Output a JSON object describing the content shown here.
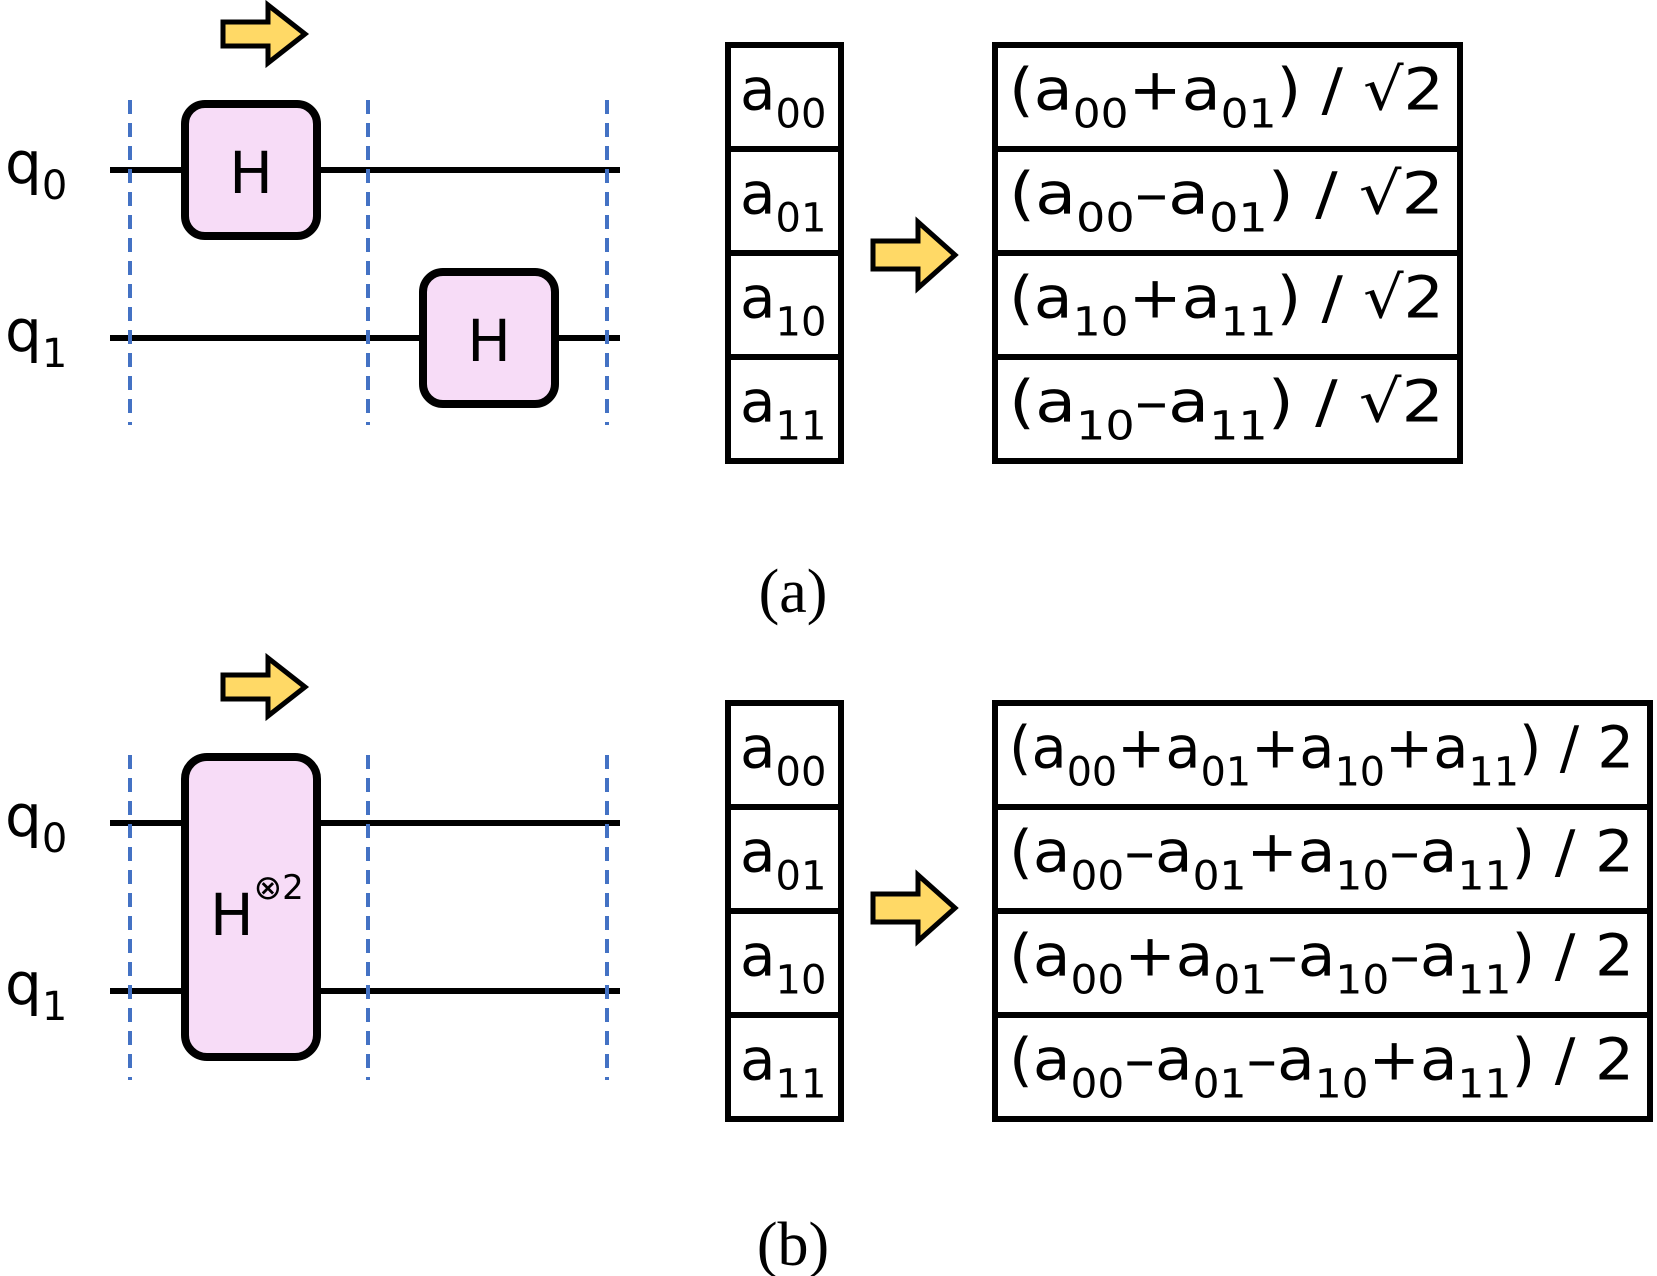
{
  "panels": [
    {
      "caption": "(a)",
      "qubits": [
        {
          "base": "q",
          "sub": "0"
        },
        {
          "base": "q",
          "sub": "1"
        }
      ],
      "gates": [
        {
          "base": "H",
          "sup": ""
        },
        {
          "base": "H",
          "sup": ""
        }
      ],
      "input_vector": [
        {
          "base": "a",
          "sub": "00"
        },
        {
          "base": "a",
          "sub": "01"
        },
        {
          "base": "a",
          "sub": "10"
        },
        {
          "base": "a",
          "sub": "11"
        }
      ],
      "output_vector": [
        [
          {
            "t": "(a"
          },
          {
            "t": "00",
            "sub": true
          },
          {
            "t": "+a"
          },
          {
            "t": "01",
            "sub": true
          },
          {
            "t": ") / √2"
          }
        ],
        [
          {
            "t": "(a"
          },
          {
            "t": "00",
            "sub": true
          },
          {
            "t": "–a"
          },
          {
            "t": "01",
            "sub": true
          },
          {
            "t": ") / √2"
          }
        ],
        [
          {
            "t": "(a"
          },
          {
            "t": "10",
            "sub": true
          },
          {
            "t": "+a"
          },
          {
            "t": "11",
            "sub": true
          },
          {
            "t": ") / √2"
          }
        ],
        [
          {
            "t": "(a"
          },
          {
            "t": "10",
            "sub": true
          },
          {
            "t": "–a"
          },
          {
            "t": "11",
            "sub": true
          },
          {
            "t": ") / √2"
          }
        ]
      ]
    },
    {
      "caption": "(b)",
      "qubits": [
        {
          "base": "q",
          "sub": "0"
        },
        {
          "base": "q",
          "sub": "1"
        }
      ],
      "gates": [
        {
          "base": "H",
          "sup": "⊗2"
        }
      ],
      "input_vector": [
        {
          "base": "a",
          "sub": "00"
        },
        {
          "base": "a",
          "sub": "01"
        },
        {
          "base": "a",
          "sub": "10"
        },
        {
          "base": "a",
          "sub": "11"
        }
      ],
      "output_vector": [
        [
          {
            "t": "(a"
          },
          {
            "t": "00",
            "sub": true
          },
          {
            "t": "+a"
          },
          {
            "t": "01",
            "sub": true
          },
          {
            "t": "+a"
          },
          {
            "t": "10",
            "sub": true
          },
          {
            "t": "+a"
          },
          {
            "t": "11",
            "sub": true
          },
          {
            "t": ") / 2"
          }
        ],
        [
          {
            "t": "(a"
          },
          {
            "t": "00",
            "sub": true
          },
          {
            "t": "–a"
          },
          {
            "t": "01",
            "sub": true
          },
          {
            "t": "+a"
          },
          {
            "t": "10",
            "sub": true
          },
          {
            "t": "–a"
          },
          {
            "t": "11",
            "sub": true
          },
          {
            "t": ") / 2"
          }
        ],
        [
          {
            "t": "(a"
          },
          {
            "t": "00",
            "sub": true
          },
          {
            "t": "+a"
          },
          {
            "t": "01",
            "sub": true
          },
          {
            "t": "–a"
          },
          {
            "t": "10",
            "sub": true
          },
          {
            "t": "–a"
          },
          {
            "t": "11",
            "sub": true
          },
          {
            "t": ") / 2"
          }
        ],
        [
          {
            "t": "(a"
          },
          {
            "t": "00",
            "sub": true
          },
          {
            "t": "–a"
          },
          {
            "t": "01",
            "sub": true
          },
          {
            "t": "–a"
          },
          {
            "t": "10",
            "sub": true
          },
          {
            "t": "+a"
          },
          {
            "t": "11",
            "sub": true
          },
          {
            "t": ") / 2"
          }
        ]
      ]
    }
  ],
  "colors": {
    "wire": "#000000",
    "barrier": "#4472c4",
    "gate_fill": "#f7dcf7",
    "arrow_fill": "#ffd966"
  }
}
